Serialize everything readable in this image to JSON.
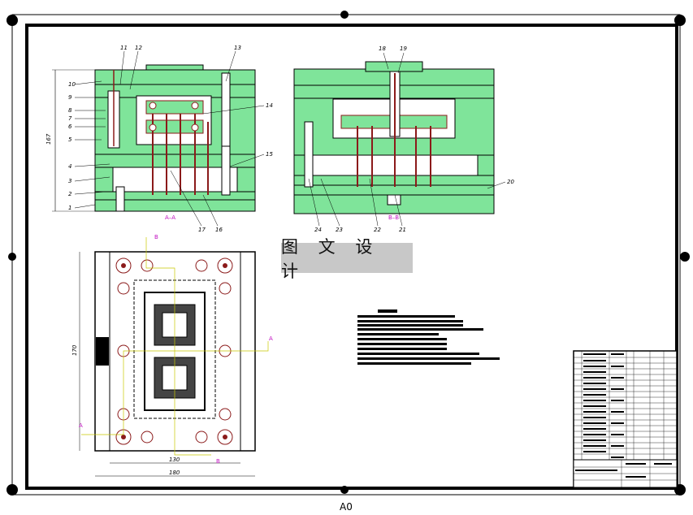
{
  "stamp": {
    "text": "图 文 设 计"
  },
  "sheet": {
    "size_label": "A0"
  },
  "front_view": {
    "section_label": "A–A",
    "callouts": [
      "1",
      "2",
      "3",
      "4",
      "5",
      "6",
      "7",
      "8",
      "9",
      "10",
      "11",
      "12",
      "13",
      "14",
      "15",
      "16",
      "17"
    ],
    "dim_height": "167"
  },
  "side_view": {
    "section_label": "B–B",
    "callouts": [
      "18",
      "19",
      "20",
      "21",
      "22",
      "23",
      "24"
    ]
  },
  "plan_view": {
    "section_marks": [
      "A",
      "B"
    ],
    "dim_inner_width": "130",
    "dim_outer_width": "180",
    "dim_height": "170"
  },
  "colors": {
    "section_fill": "#7fe49a",
    "outline": "#000000",
    "pin": "#8b1a1a",
    "section_mark": "#c010c0",
    "dimension": "#c8c800",
    "stamp_bg": "#c8c8c8"
  }
}
